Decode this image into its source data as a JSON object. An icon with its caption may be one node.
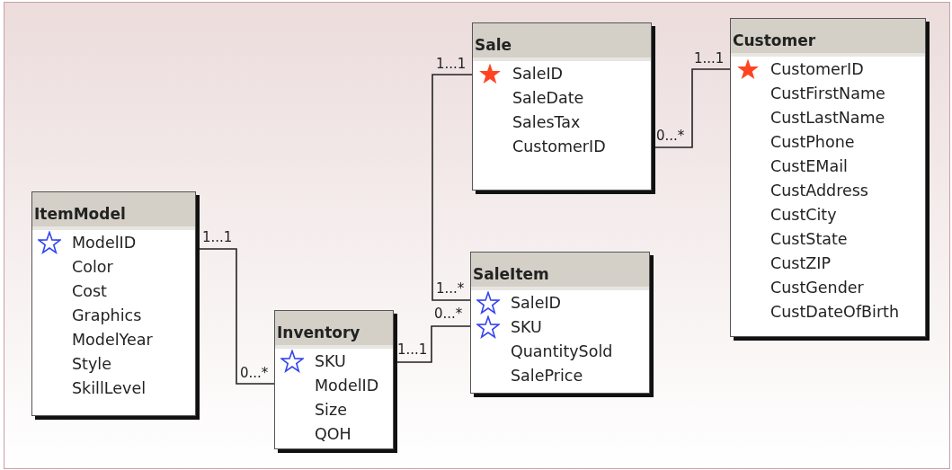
{
  "diagram": {
    "nodes": [
      {
        "text": [
          "ItemModel",
          "ModelID",
          "Color",
          "Cost",
          "Graphics",
          "ModelYear",
          "Style",
          "SkillLevel"
        ]
      },
      {
        "text": [
          "Inventory",
          "SKU",
          "ModelID",
          "Size",
          "QOH"
        ]
      },
      {
        "text": [
          "Sale",
          "SaleID",
          "SaleDate",
          "SalesTax",
          "CustomerID"
        ]
      },
      {
        "text": [
          "SaleItem",
          "SaleID",
          "SKU",
          "QuantitySold",
          "SalePrice"
        ]
      },
      {
        "text": [
          "Customer",
          "CustomerID",
          "CustFirstName",
          "CustLastName",
          "CustPhone",
          "CustEMail",
          "CustAddress",
          "CustCity",
          "CustState",
          "CustZIP",
          "CustGender",
          "CustDateOfBirth"
        ]
      }
    ],
    "edges": [
      {
        "from": 0,
        "to": 1,
        "arrow": "none"
      },
      {
        "from": 1,
        "to": 3,
        "arrow": "none"
      },
      {
        "from": 2,
        "to": 3,
        "arrow": "none"
      },
      {
        "from": 2,
        "to": 4,
        "arrow": "none"
      }
    ],
    "labels": [
      "1...1",
      "1...1",
      "0...*",
      "1...1",
      "1...*",
      "0...*",
      "1...1",
      "0...*"
    ]
  }
}
